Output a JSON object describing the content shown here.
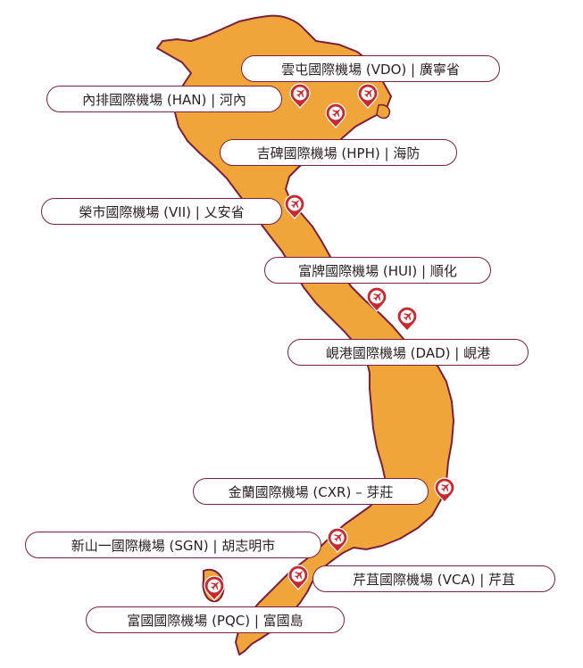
{
  "map": {
    "land_color": "#f0a53a",
    "land_outline_color": "#7a1f3c",
    "pin_color": "#c8282f",
    "label_border_color": "#7a1f3c",
    "airport_icon": "airplane-icon"
  },
  "airports": [
    {
      "id": "vdo",
      "label": "雲屯國際機場 (VDO) | 廣寧省"
    },
    {
      "id": "han",
      "label": "內排國際機場 (HAN) | 河內"
    },
    {
      "id": "hph",
      "label": "吉碑國際機場 (HPH) | 海防"
    },
    {
      "id": "vii",
      "label": "榮市國際機場 (VII) | 乂安省"
    },
    {
      "id": "hui",
      "label": "富牌國際機場 (HUI) | 順化"
    },
    {
      "id": "dad",
      "label": "峴港國際機場 (DAD) | 峴港"
    },
    {
      "id": "cxr",
      "label": "金蘭國際機場 (CXR) – 芽莊"
    },
    {
      "id": "sgn",
      "label": "新山一國際機場 (SGN) | 胡志明市"
    },
    {
      "id": "vca",
      "label": "芹苴國際機場 (VCA) | 芹苴"
    },
    {
      "id": "pqc",
      "label": "富國國際機場 (PQC) | 富國島"
    }
  ]
}
